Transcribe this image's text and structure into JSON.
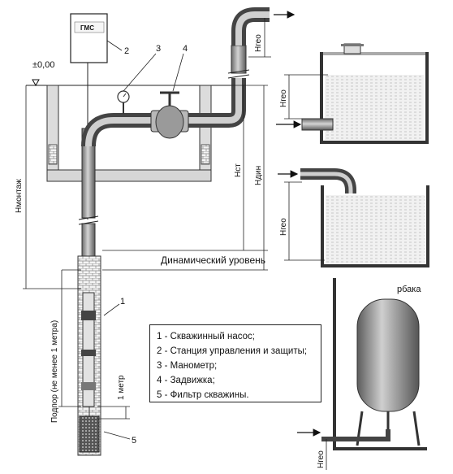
{
  "station": {
    "logo_text": "ГМС"
  },
  "labels": {
    "zero_level": "±0,00",
    "h_geo": "Нгео",
    "h_mount": "Нмонтаж",
    "h_st": "Нст",
    "h_din": "Ндин",
    "p_tank": "рбака",
    "dynamic_level": "Динамический уровень",
    "submergence": "Подпор (не менее 1 метра)",
    "one_meter": "1 метр"
  },
  "callouts": [
    "1",
    "2",
    "3",
    "4",
    "5"
  ],
  "legend": [
    "1 - Скважинный насос;",
    "2 - Станция управления и защиты;",
    "3 - Манометр;",
    "4 - Задвижка;",
    "5 - Фильтр скважины."
  ]
}
